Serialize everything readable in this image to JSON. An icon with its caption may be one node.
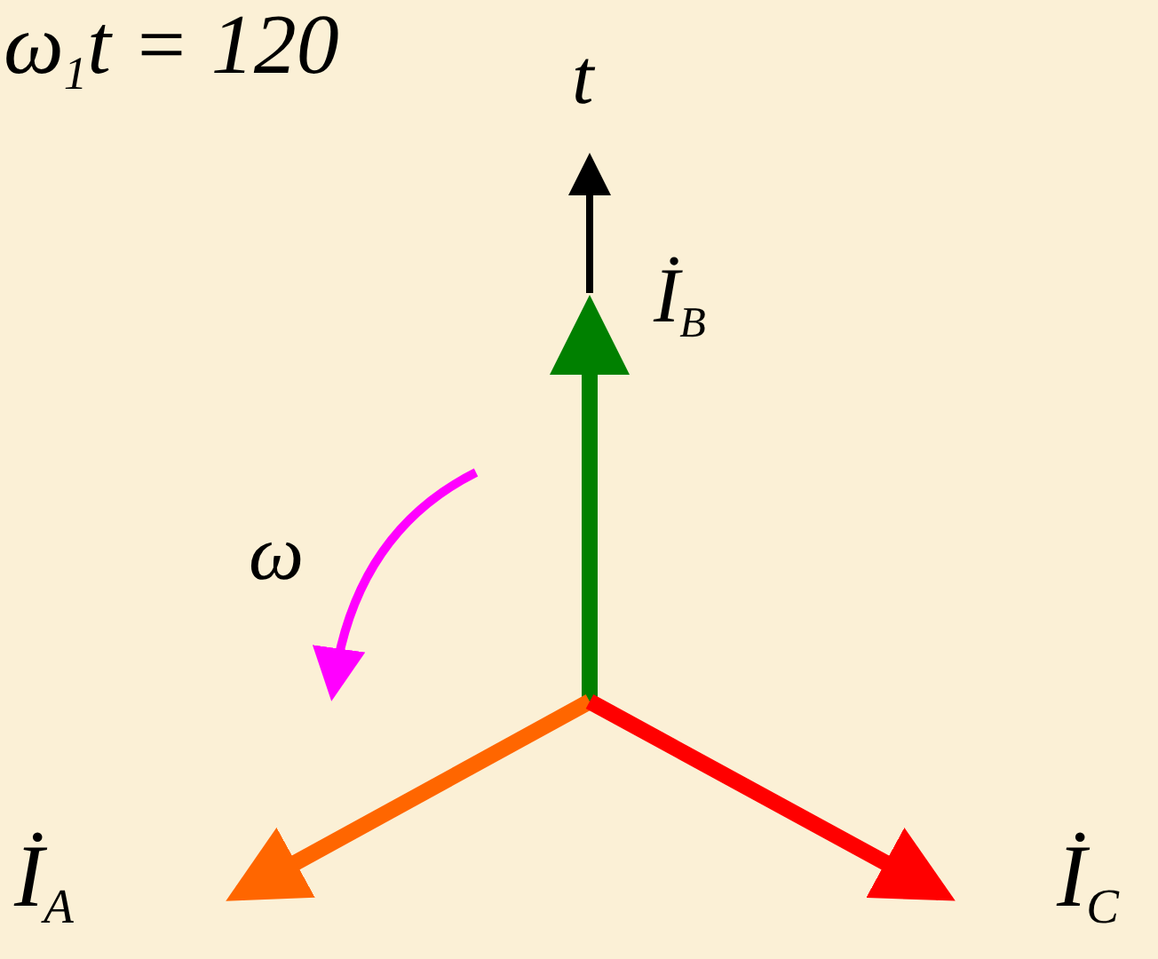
{
  "diagram": {
    "labels": [
      "ω$_{1}$t = 120",
      "t",
      "İ$_{B}$",
      "ω",
      "İ$_{A}$",
      "İ$_{C}$"
    ]
  }
}
